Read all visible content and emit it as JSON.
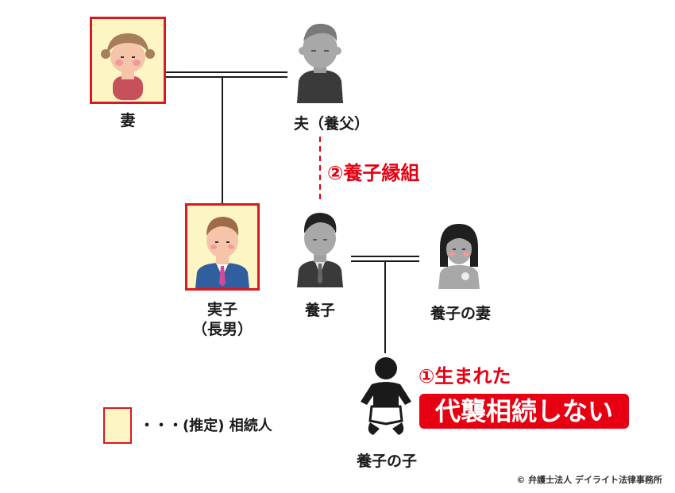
{
  "people": {
    "wife": {
      "label": "妻"
    },
    "husband": {
      "label": "夫（養父）"
    },
    "biological_child": {
      "label_line1": "実子",
      "label_line2": "（長男）"
    },
    "adopted_child": {
      "label": "養子"
    },
    "adopted_child_wife": {
      "label": "養子の妻"
    },
    "adopted_grandchild": {
      "label": "養子の子"
    }
  },
  "annotations": {
    "adoption": "②養子縁組",
    "born": "①生まれた",
    "no_representation": "代襲相続しない"
  },
  "legend": {
    "text": "・・・(推定) 相続人"
  },
  "credit": "© 弁護士法人 デイライト法律事務所",
  "colors": {
    "accent_red": "#e60012",
    "highlight_fill": "#fdf6c4",
    "frame_red": "#d71920"
  }
}
